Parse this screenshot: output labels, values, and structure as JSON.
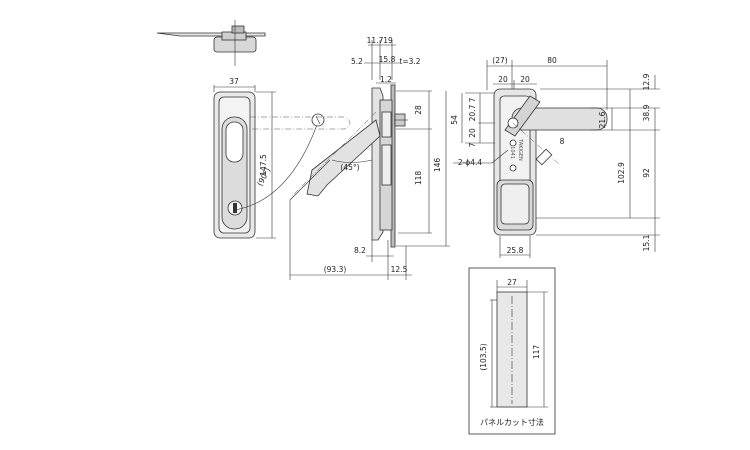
{
  "front_view": {
    "width_37": "37",
    "height_147_5": "147.5",
    "angle_90": "(90°)"
  },
  "side_view": {
    "dim_11_7": "11.7",
    "dim_19": "19",
    "dim_5_2": "5.2",
    "dim_15_8": "15.8",
    "thickness": "t=3.2",
    "dim_1_2": "1.2",
    "dim_28": "28",
    "dim_118": "118",
    "dim_146": "146",
    "angle_45": "(45°)",
    "dim_8_2": "8.2",
    "dim_93_3": "(93.3)",
    "dim_12_5": "12.5"
  },
  "rear_view": {
    "dim_27": "(27)",
    "dim_80": "80",
    "dim_20a": "20",
    "dim_20b": "20",
    "dim_12_9": "12.9",
    "dim_7": "7",
    "dim_20_7": "20.7",
    "dim_54": "54",
    "dim_20c": "20",
    "dim_7b": "7",
    "hole_spec": "2-ϕ4.4",
    "dim_21_6": "21.6",
    "dim_38_9": "38.9",
    "dim_8": "8",
    "dim_102_9": "102.9",
    "dim_92": "92",
    "dim_15_1": "15.1",
    "dim_25_8": "25.8",
    "brand_text": "TAKIGEN",
    "model_text": "A-1041"
  },
  "panel_cut": {
    "width_27": "27",
    "height_103_5": "(103.5)",
    "height_117": "117",
    "caption": "パネルカット寸法"
  }
}
